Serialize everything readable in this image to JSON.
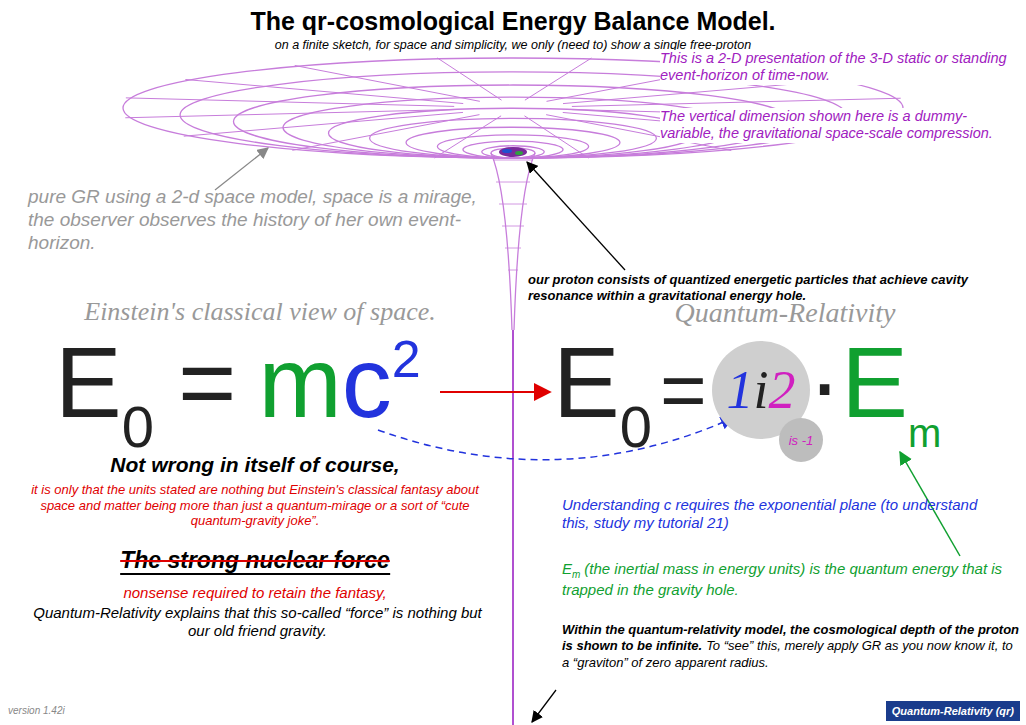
{
  "diagram": {
    "title": "The qr-cosmological Energy Balance Model.",
    "nodes": [
      {
        "text": [
          "1i2"
        ]
      },
      {
        "text": [
          "is -1"
        ]
      },
      {
        "text": [
          "Quantum-Relativity (qr)"
        ]
      }
    ],
    "labels": [
      "on a finite sketch, for space and simplicity, we only (need to) show a single free-proton",
      "This is a 2-D presentation of the 3-D static or standing event-horizon of time-now.",
      "The vertical dimension shown here is a dummy-variable, the gravitational space-scale compression.",
      "pure GR using a 2-d space model, space is a mirage, the observer observes the history of her own event-horizon.",
      "our proton consists of quantized energetic particles that achieve cavity resonance within a gravitational energy hole.",
      "Einstein's classical view of space.",
      "Quantum-Relativity",
      "E",
      "0",
      "=",
      "m",
      "c",
      "2",
      "E",
      "0",
      "=",
      "·",
      "E",
      "m",
      "Not wrong in itself of course,",
      "it is only that the units stated are nothing but Einstein's classical fantasy about space and matter being more than just a quantum-mirage or a sort of “cute quantum-gravity joke”.",
      "The strong nuclear force",
      "nonsense required to retain the fantasy,",
      "Quantum-Relativity explains that this so-called “force” is nothing but our old friend gravity.",
      "Understanding c requires the exponential plane (to understand this, study my tutorial 21)",
      "E",
      "m",
      "(the inertial mass in energy units) is the quantum energy that is trapped in the gravity hole.",
      "Within the quantum-relativity model, the cosmological depth of the proton is shown to be infinite.",
      "To “see” this, merely apply GR as you now know it, to a “graviton” of zero apparent radius.",
      "version 1.42i"
    ]
  }
}
